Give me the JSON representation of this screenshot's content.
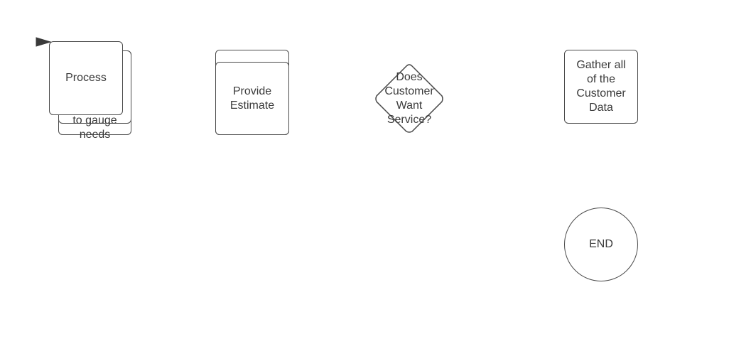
{
  "diagram": {
    "nodes": {
      "stacked_process": {
        "front_label": "Process",
        "back_label": "to gauge\nneeds"
      },
      "provide_estimate": {
        "label": "Provide\nEstimate"
      },
      "decision": {
        "label": "Does\nCustomer\nWant\nService?"
      },
      "gather_data": {
        "label": "Gather all\nof the\nCustomer\nData"
      },
      "end": {
        "label": "END"
      }
    },
    "colors": {
      "stroke": "#4a4a4a",
      "text": "#3a3a3a",
      "fill": "#ffffff",
      "marker": "#3a3a3a"
    }
  }
}
